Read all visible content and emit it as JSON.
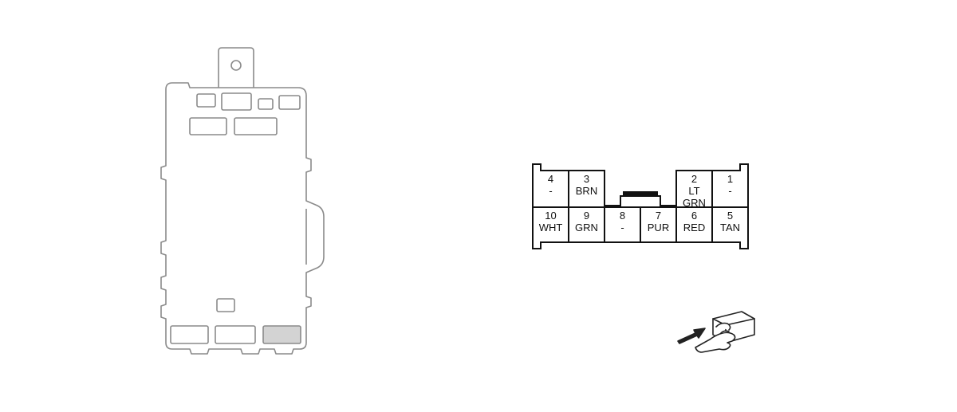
{
  "connector": {
    "pins": [
      {
        "number": "4",
        "wire": [
          "-"
        ]
      },
      {
        "number": "3",
        "wire": [
          "BRN"
        ]
      },
      {
        "number": "2",
        "wire": [
          "LT",
          "GRN"
        ]
      },
      {
        "number": "1",
        "wire": [
          "-"
        ]
      },
      {
        "number": "10",
        "wire": [
          "WHT"
        ]
      },
      {
        "number": "9",
        "wire": [
          "GRN"
        ]
      },
      {
        "number": "8",
        "wire": [
          "-"
        ]
      },
      {
        "number": "7",
        "wire": [
          "PUR"
        ]
      },
      {
        "number": "6",
        "wire": [
          "RED"
        ]
      },
      {
        "number": "5",
        "wire": [
          "TAN"
        ]
      }
    ],
    "highlight_color": "#d3d3d3"
  },
  "icons": {
    "module": "control-module-outline",
    "hand": "hand-pointing-to-connector-icon"
  }
}
